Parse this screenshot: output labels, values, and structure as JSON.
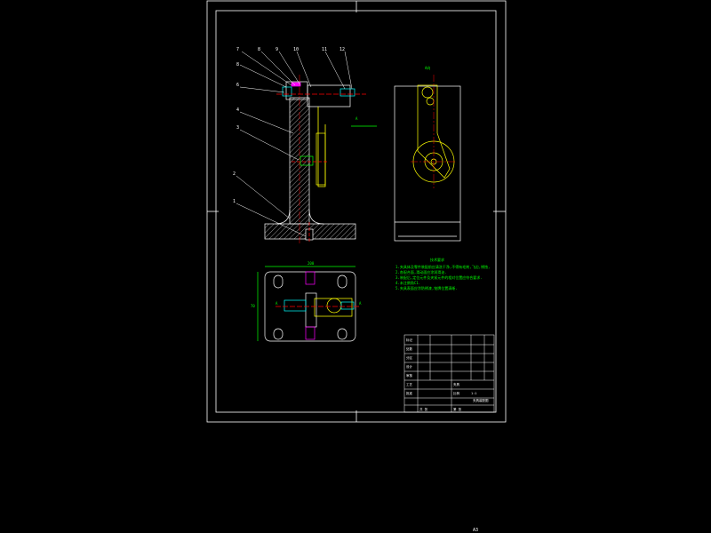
{
  "sheet": {
    "background": "#000000",
    "line_color": "#ffffff",
    "part_color": "#ffff00",
    "center_color": "#ff0000",
    "dimension_color": "#00ff00",
    "hatch_color": "#ff00ff",
    "cyan_color": "#00ffff"
  },
  "callouts": [
    "7",
    "8",
    "9",
    "10",
    "11",
    "12",
    "8",
    "6",
    "4",
    "3",
    "2",
    "1"
  ],
  "front_view": {
    "section_marker": "A"
  },
  "side_view": {
    "view_label": "A向"
  },
  "plan_view": {
    "overall_width_label": "200",
    "overall_height_label": "70",
    "section_left": "A",
    "section_right": "A"
  },
  "technical_requirements": {
    "title": "技术要求",
    "lines": [
      "1.夹具体及零件装配前应清洗干净,不得有毛刺,飞边,锈蚀,",
      "2.各配合面,滑动面应涂润滑油.",
      "3.装配后,定位元件及夹紧元件的相对位置应符合要求.",
      "4.未注倒角C1.",
      "5.夹具表面应涂防锈漆,铭牌位置清晰."
    ]
  },
  "title_block": {
    "drawing_name": "夹具",
    "drawing_number": "夹具装配图",
    "row_labels": [
      "标记",
      "处数",
      "分区",
      "设计",
      "审核",
      "工艺",
      "批准"
    ],
    "cells": [
      "比例",
      "1:1",
      "共 张",
      "第 张"
    ]
  },
  "page_number": "A3"
}
